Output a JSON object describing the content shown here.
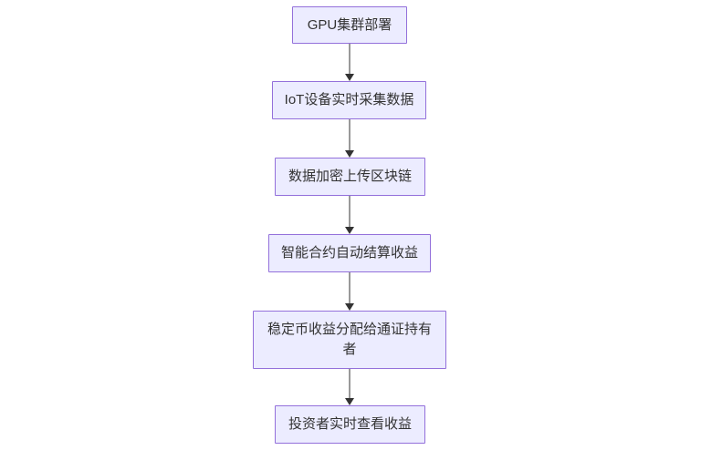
{
  "diagram": {
    "type": "flowchart",
    "direction": "top-down",
    "nodes": [
      {
        "id": "step1",
        "label": "GPU集群部署"
      },
      {
        "id": "step2",
        "label": "IoT设备实时采集数据"
      },
      {
        "id": "step3",
        "label": "数据加密上传区块链"
      },
      {
        "id": "step4",
        "label": "智能合约自动结算收益"
      },
      {
        "id": "step5",
        "label": "稳定币收益分配给通证持有\n者"
      },
      {
        "id": "step6",
        "label": "投资者实时查看收益"
      }
    ],
    "edges": [
      {
        "from": "step1",
        "to": "step2",
        "arrow": "down"
      },
      {
        "from": "step2",
        "to": "step3",
        "arrow": "down"
      },
      {
        "from": "step3",
        "to": "step4",
        "arrow": "down"
      },
      {
        "from": "step4",
        "to": "step5",
        "arrow": "down"
      },
      {
        "from": "step5",
        "to": "step6",
        "arrow": "down"
      }
    ],
    "colors": {
      "node_fill": "#ECECFF",
      "node_border": "#9370DB",
      "edge_line": "#999999",
      "arrowhead": "#333333",
      "text": "#333333",
      "background": "#FFFFFF"
    }
  }
}
